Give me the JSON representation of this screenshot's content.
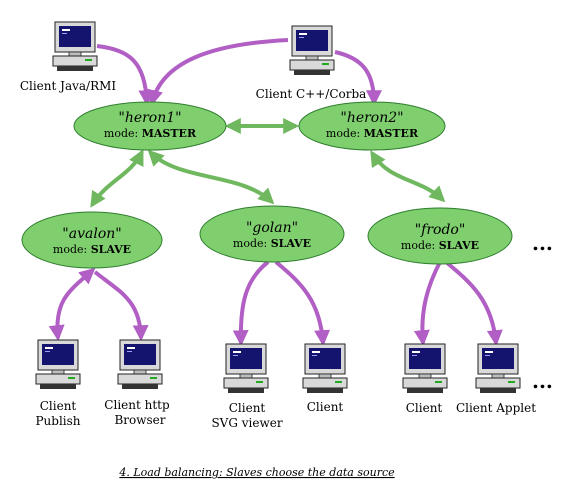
{
  "nodes": {
    "heron1": {
      "name": "\"heron1\"",
      "mode_prefix": "mode: ",
      "mode": "MASTER"
    },
    "heron2": {
      "name": "\"heron2\"",
      "mode_prefix": "mode: ",
      "mode": "MASTER"
    },
    "avalon": {
      "name": "\"avalon\"",
      "mode_prefix": "mode: ",
      "mode": "SLAVE"
    },
    "golan": {
      "name": "\"golan\"",
      "mode_prefix": "mode: ",
      "mode": "SLAVE"
    },
    "frodo": {
      "name": "\"frodo\"",
      "mode_prefix": "mode: ",
      "mode": "SLAVE"
    }
  },
  "clients": {
    "java_rmi": [
      "Client Java/RMI"
    ],
    "cpp_corba": [
      "Client C++/Corba"
    ],
    "publish": [
      "Client",
      "Publish"
    ],
    "http_browser": [
      "Client http",
      "Browser"
    ],
    "svg_viewer": [
      "Client",
      "SVG viewer"
    ],
    "golan_client": [
      "Client"
    ],
    "frodo_client": [
      "Client"
    ],
    "applet": [
      "Client Applet"
    ]
  },
  "ellipsis": "...",
  "caption": "4. Load balancing: Slaves choose the data source",
  "colors": {
    "node_fill": "#7fcf6e",
    "node_stroke": "#2e7d2e",
    "server_link": "#6fb85f",
    "client_link": "#b15fc4"
  },
  "icons": [
    "computer-icon"
  ]
}
